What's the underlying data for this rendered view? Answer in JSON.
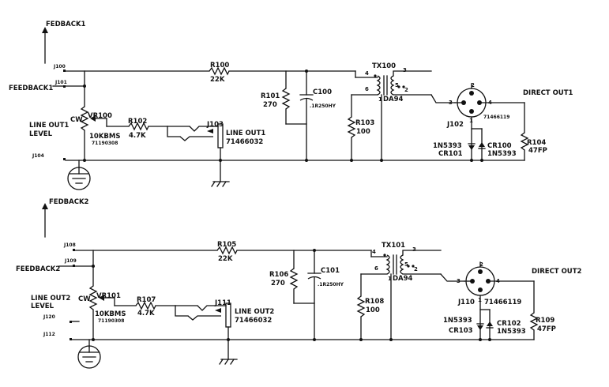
{
  "schematic": {
    "channel1": {
      "feedback_top": "FEDBACK1",
      "feedback_side": "FEEDBACK1",
      "pin_j100": "J100",
      "pin_j101": "J101",
      "pin_j104": "J104",
      "pot_label": "LINE OUT1",
      "pot_label_line2": "LEVEL",
      "pot_ref": "VR100",
      "pot_cw": "CW",
      "pot_value": "10KBMS",
      "pot_part": "71190308",
      "r100_ref": "R100",
      "r100_value": "22K",
      "r101_ref": "R101",
      "r101_value": "270",
      "c100_ref": "C100",
      "c100_value": ".1R250HY",
      "r102_ref": "R102",
      "r102_value": "4.7K",
      "jack_ref": "J103",
      "jack_label": "LINE OUT1",
      "jack_part": "71466032",
      "tx_ref": "TX100",
      "tx_part": "DA94",
      "tx_pin4": "4",
      "tx_pin3": "3",
      "tx_pin6": "6",
      "tx_pin1": "1",
      "tx_pin5": "5",
      "tx_pin2": "2",
      "r103_ref": "R103",
      "r103_value": "100",
      "xlr_ref": "J102",
      "xlr_part": "71466119",
      "xlr_pin1": "1",
      "xlr_pin2": "2",
      "xlr_pin3": "3",
      "xlr_pin4": "4",
      "direct_out": "DIRECT OUT1",
      "d1_part": "1N5393",
      "d1_ref": "CR101",
      "d2_ref": "CR100",
      "d2_part": "1N5393",
      "r104_ref": "R104",
      "r104_value": "47FP"
    },
    "channel2": {
      "feedback_top": "FEDBACK2",
      "feedback_side": "FEEDBACK2",
      "pin_j108": "J108",
      "pin_j109": "J109",
      "pin_j120": "J120",
      "pin_j112": "J112",
      "pot_label": "LINE OUT2",
      "pot_label_line2": "LEVEL",
      "pot_ref": "VR101",
      "pot_cw": "CW",
      "pot_value": "10KBMS",
      "pot_part": "71190308",
      "r105_ref": "R105",
      "r105_value": "22K",
      "r106_ref": "R106",
      "r106_value": "270",
      "c101_ref": "C101",
      "c101_value": ".1R250HY",
      "r107_ref": "R107",
      "r107_value": "4.7K",
      "jack_ref": "J111",
      "jack_label": "LINE OUT2",
      "jack_part": "71466032",
      "tx_ref": "TX101",
      "tx_part": "DA94",
      "tx_pin4": "4",
      "tx_pin3": "3",
      "tx_pin6": "6",
      "tx_pin1": "1",
      "tx_pin5": "5",
      "tx_pin2": "2",
      "r108_ref": "R108",
      "r108_value": "100",
      "xlr_ref": "J110",
      "xlr_part": "71466119",
      "xlr_pin1": "1",
      "xlr_pin2": "2",
      "xlr_pin3": "3",
      "xlr_pin4": "4",
      "direct_out": "DIRECT OUT2",
      "d1_part": "1N5393",
      "d1_ref": "CR103",
      "d2_ref": "CR102",
      "d2_part": "1N5393",
      "r109_ref": "R109",
      "r109_value": "47FP"
    }
  }
}
